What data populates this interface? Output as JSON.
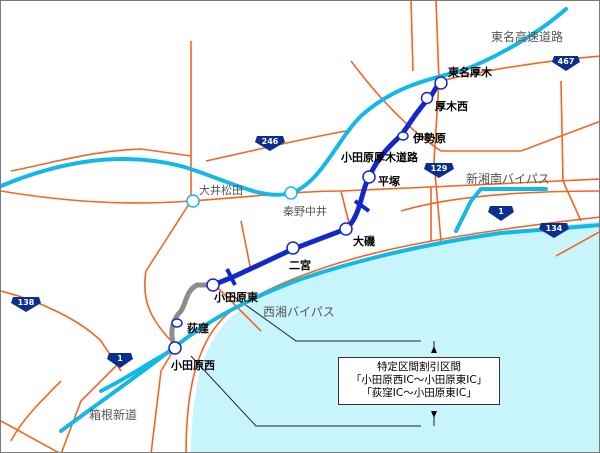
{
  "roads": {
    "tomei": "東名高速道路",
    "shinshonan": "新湘南バイパス",
    "seisho": "西湘バイパス",
    "hakone": "箱根新道",
    "odawara_atsugi": "小田原厚木道路"
  },
  "interchanges": {
    "tomei_atsugi": "東名厚木",
    "atsugi_nishi": "厚木西",
    "isehara": "伊勢原",
    "hiratsuka": "平塚",
    "oiso": "大磯",
    "ninomiya": "二宮",
    "odawara_higashi": "小田原東",
    "ogikubo": "荻窪",
    "odawara_nishi": "小田原西",
    "oimatsuda": "大井松田",
    "hadano_nakai": "秦野中井"
  },
  "shields": {
    "r467": "467",
    "r246": "246",
    "r129": "129",
    "r1_east": "1",
    "r134": "134",
    "r138": "138",
    "r1_west": "1"
  },
  "note": {
    "line1": "特定区間割引区間",
    "line2": "「小田原西IC～小田原東IC」",
    "line3": "「荻窪IC～小田原東IC」"
  },
  "colors": {
    "sea": "#c8f4fb",
    "expressway": "#14b8e6",
    "national_road": "#f26522",
    "odawara_atsugi_road": "#1428c8",
    "ogikubo_section": "#8c8c8c",
    "shield": "#0b2f8f"
  }
}
